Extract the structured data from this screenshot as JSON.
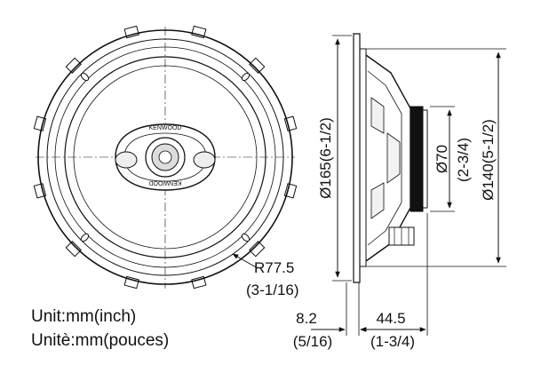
{
  "brand": "KENWOOD",
  "dimensions": {
    "radius": "R77.5",
    "radius_inch": "(3-1/16)",
    "outer_diameter": "Ø165(6-1/2)",
    "magnet_diameter": "Ø70",
    "magnet_diameter_inch": "(2-3/4)",
    "cutout_diameter": "Ø140(5-1/2)",
    "flange_depth": "8.2",
    "flange_depth_inch": "(5/16)",
    "mount_depth": "44.5",
    "mount_depth_inch": "(1-3/4)"
  },
  "units": {
    "line1": "Unit:mm(inch)",
    "line2": "Unitè:mm(pouces)"
  },
  "colors": {
    "ink": "#111111",
    "background": "#ffffff"
  }
}
